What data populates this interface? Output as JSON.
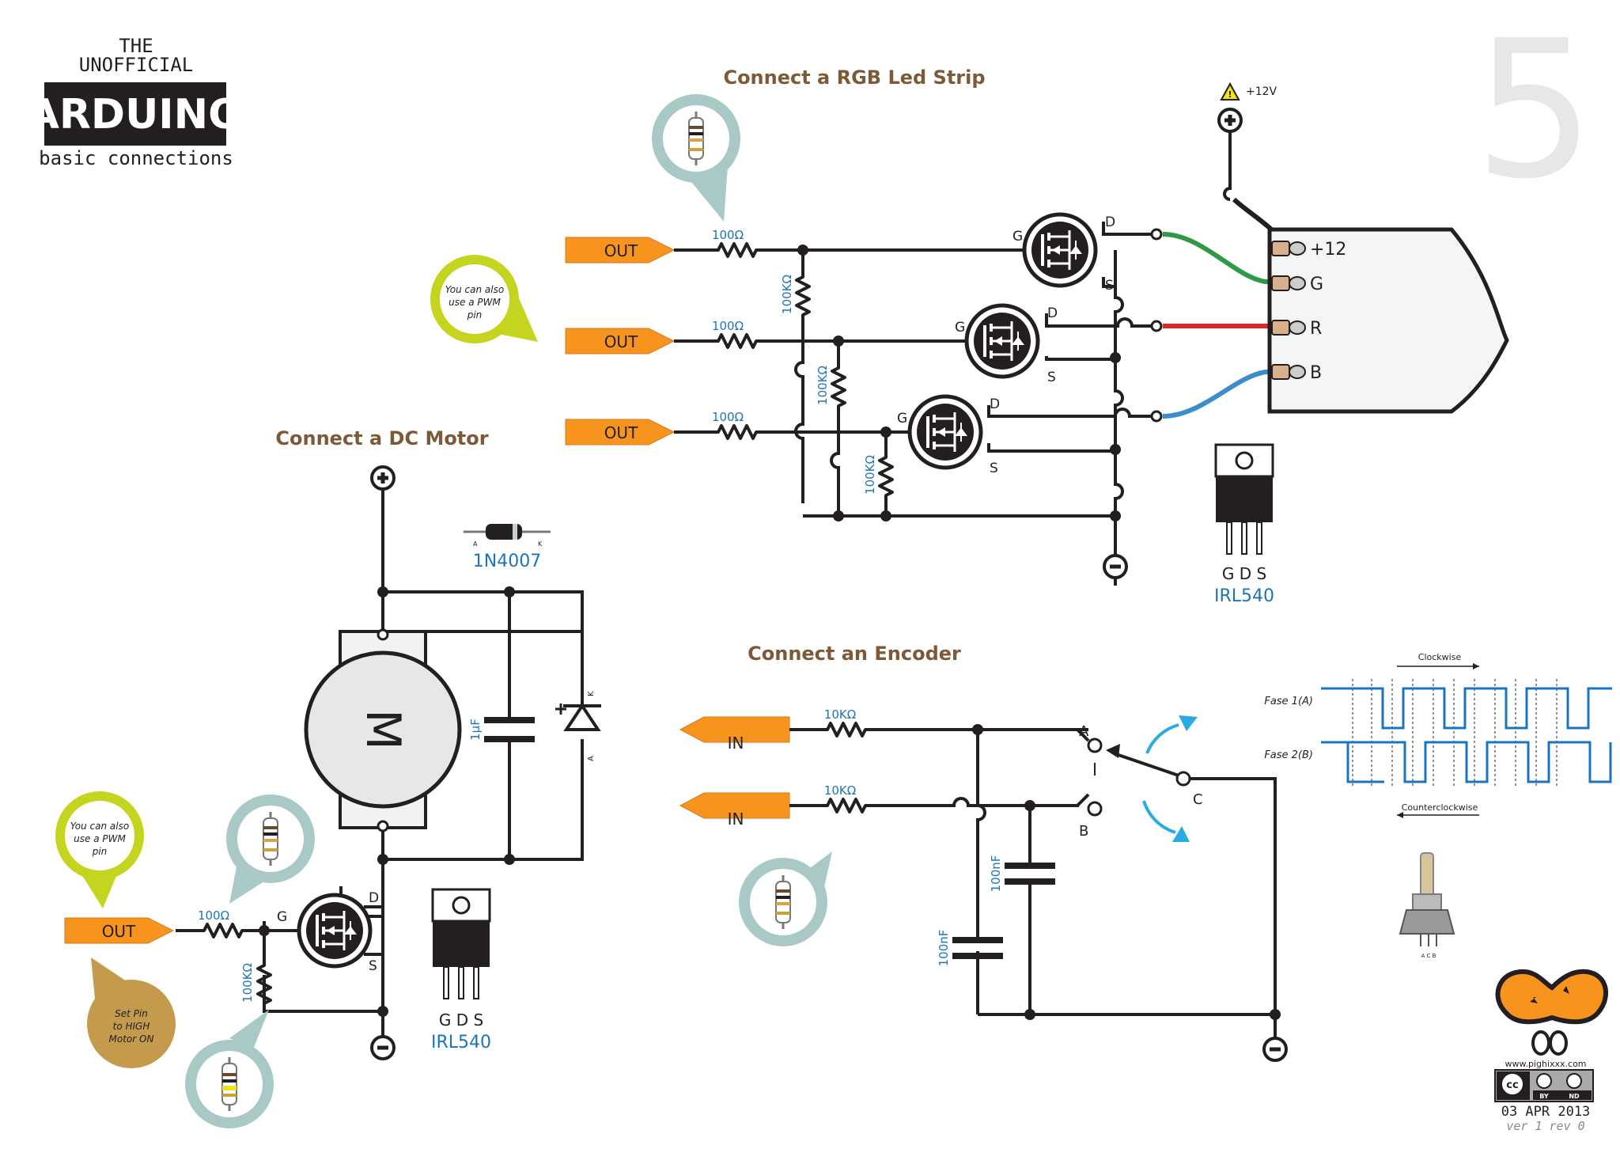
{
  "header": {
    "title_line1": "THE",
    "title_line2": "UNOFFICIAL",
    "brand": "ARDUINO",
    "subtitle": "basic connections",
    "page_number": "5"
  },
  "colors": {
    "wire": "#231f20",
    "orange": "#f7941d",
    "brown_title": "#7d5a37",
    "blue_label": "#1b75bc",
    "teal_bubble": "#a9c9c6",
    "lime_bubble": "#c5d41f",
    "tan_bubble": "#c49a4c",
    "cyan_arrow": "#29abe2",
    "green_wire": "#2e9a47",
    "red_wire": "#e0262a",
    "blue_wire": "#3b8dcb",
    "watermark": "#e6e7e8"
  },
  "rgb": {
    "title": "Connect a RGB Led Strip",
    "supply": "+12V",
    "out_label": "OUT",
    "r100": "100Ω",
    "r100k": "100KΩ",
    "gate": "G",
    "drain": "D",
    "source": "S",
    "pwm_note": [
      "You can also",
      "use a PWM",
      "pin"
    ],
    "strip_pins": [
      "+12",
      "G",
      "R",
      "B"
    ],
    "pkg_pins": "G D S",
    "part": "IRL540"
  },
  "motor": {
    "title": "Connect a DC Motor",
    "motor_letter": "M",
    "cap": "1µF",
    "diode_part": "1N4007",
    "diode_a": "A",
    "diode_k": "K",
    "out_label": "OUT",
    "r100": "100Ω",
    "r100k": "100KΩ",
    "gate": "G",
    "drain": "D",
    "source": "S",
    "pwm_note": [
      "You can also",
      "use a PWM",
      "pin"
    ],
    "high_note": [
      "Set Pin",
      "to HIGH",
      "Motor ON"
    ],
    "pkg_pins": "G D S",
    "part": "IRL540"
  },
  "encoder": {
    "title": "Connect an Encoder",
    "in_label": "IN",
    "r10k": "10KΩ",
    "cap": "100nF",
    "pin_a": "A",
    "pin_b": "B",
    "pin_c": "C",
    "clockwise": "Clockwise",
    "counterclockwise": "Counterclockwise",
    "phase1": "Fase 1(A)",
    "phase2": "Fase 2(B)",
    "knob_pins": "A C B"
  },
  "footer": {
    "site": "www.pighixxx.com",
    "date": "03 APR 2013",
    "version": "ver 1 rev 0",
    "cc": "cc",
    "by": "BY",
    "nd": "ND"
  }
}
